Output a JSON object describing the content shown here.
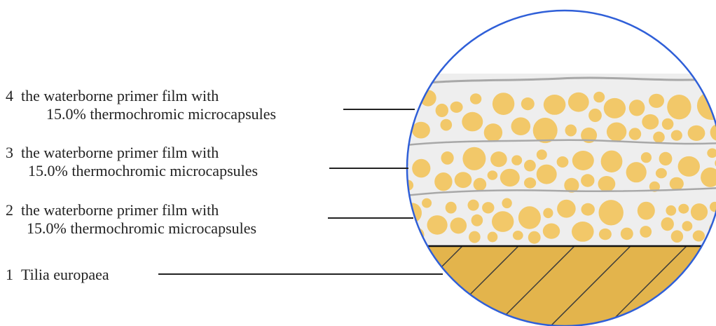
{
  "labels": [
    {
      "number": "4",
      "line1": "the waterborne primer film with",
      "line2": "15.0% thermochromic microcapsules"
    },
    {
      "number": "3",
      "line1": "the waterborne primer film with",
      "line2": "15.0% thermochromic microcapsules"
    },
    {
      "number": "2",
      "line1": "the waterborne primer film with",
      "line2": "15.0% thermochromic microcapsules"
    },
    {
      "number": "1",
      "line1": "Tilia europaea"
    }
  ],
  "colors": {
    "circle_outline": "#2f5fd8",
    "film_background": "#eeeeee",
    "film_boundary": "#a8a8a8",
    "microcapsule": "#f2c869",
    "wood": "#e3b44c",
    "wood_grain": "#3a3a3a",
    "leader_line": "#222222"
  }
}
